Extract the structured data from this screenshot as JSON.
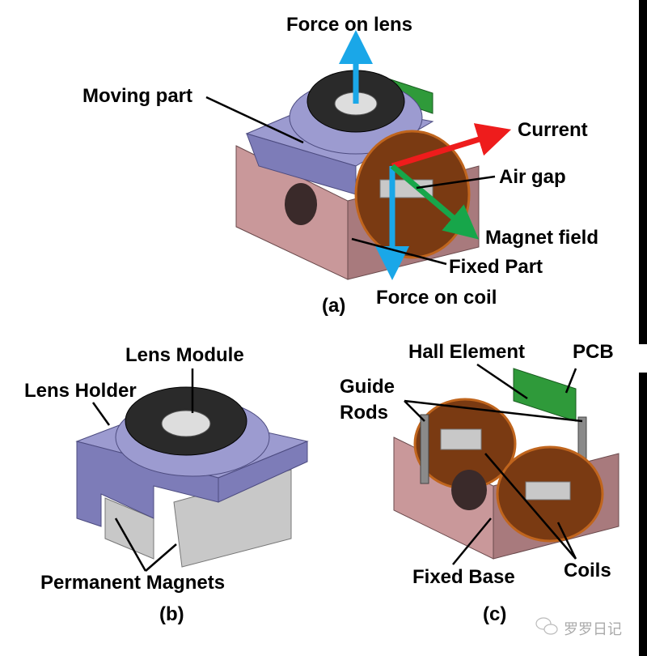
{
  "panel_a": {
    "caption": "(a)",
    "labels": {
      "force_on_lens": "Force on lens",
      "moving_part": "Moving part",
      "current": "Current",
      "air_gap": "Air gap",
      "magnet_field": "Magnet field",
      "fixed_part": "Fixed Part",
      "force_on_coil": "Force on coil"
    },
    "colors": {
      "force": "#1aa7e8",
      "current": "#ee1c1c",
      "magnet_field": "#17a64a"
    }
  },
  "panel_b": {
    "caption": "(b)",
    "labels": {
      "lens_module": "Lens Module",
      "lens_holder": "Lens Holder",
      "permanent_magnets": "Permanent Magnets"
    }
  },
  "panel_c": {
    "caption": "(c)",
    "labels": {
      "hall_element": "Hall Element",
      "pcb": "PCB",
      "guide_rods_line1": "Guide",
      "guide_rods_line2": "Rods",
      "fixed_base": "Fixed Base",
      "coils": "Coils"
    }
  },
  "watermark": "罗罗日记"
}
